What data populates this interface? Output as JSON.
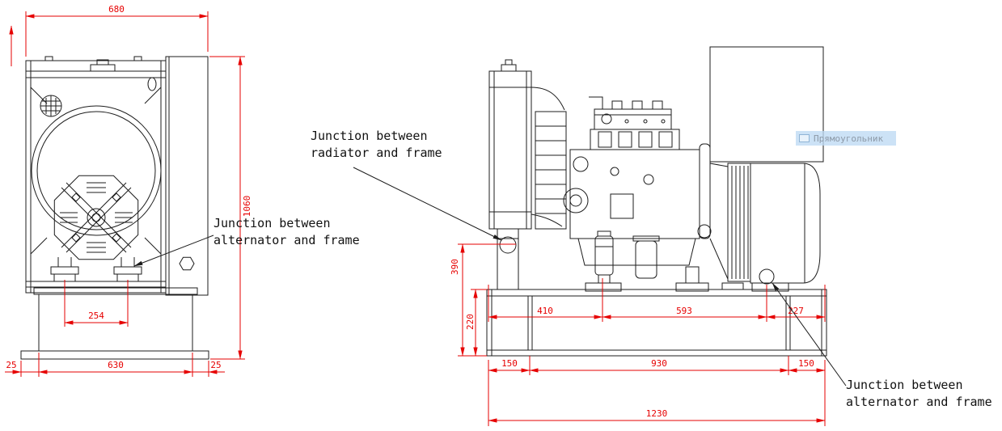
{
  "drawing": {
    "front_view": {
      "top_width": "680",
      "height": "1060",
      "feet_spacing": "254",
      "left_overhang": "25",
      "base_width": "630",
      "right_overhang": "25"
    },
    "side_view": {
      "mount_height": "390",
      "frame_height": "220",
      "seg_front": "410",
      "seg_middle": "593",
      "seg_rear": "227",
      "end_left": "150",
      "mid_span": "930",
      "end_right": "150",
      "total_length": "1230"
    },
    "annotations": {
      "radiator_frame": {
        "line1": "Junction between",
        "line2": "radiator and frame"
      },
      "alternator_frame_front": {
        "line1": "Junction between",
        "line2": "alternator and frame"
      },
      "alternator_frame_side": {
        "line1": "Junction between",
        "line2": "alternator and frame"
      }
    },
    "tooltip": {
      "label": "Прямоугольник",
      "icon": "rectangle-icon"
    },
    "colors": {
      "dimension_red": "#e60000",
      "line_black": "#1c1c1c",
      "tooltip_bg": "#bedaf3"
    }
  }
}
